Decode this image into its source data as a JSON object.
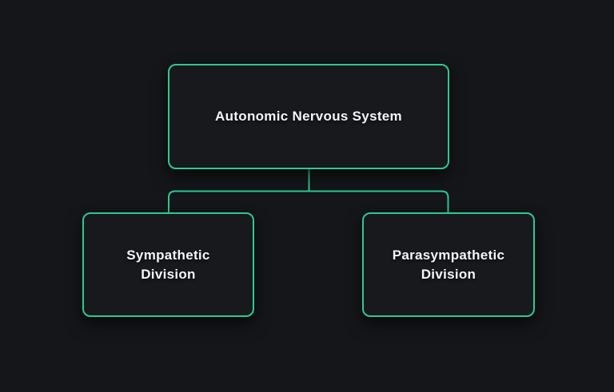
{
  "colors": {
    "background": "#141619",
    "node_fill": "#17191d",
    "accent_green": "#2ec98f",
    "text": "#f3f5f6"
  },
  "diagram": {
    "type": "tree",
    "nodes": [
      {
        "id": "autonomic-nervous-system",
        "label": "Autonomic Nervous System"
      },
      {
        "id": "sympathetic-division",
        "label": "Sympathetic\nDivision"
      },
      {
        "id": "parasympathetic-division",
        "label": "Parasympathetic\nDivision"
      }
    ],
    "edges": [
      {
        "from": "autonomic-nervous-system",
        "to": "sympathetic-division"
      },
      {
        "from": "autonomic-nervous-system",
        "to": "parasympathetic-division"
      }
    ]
  }
}
